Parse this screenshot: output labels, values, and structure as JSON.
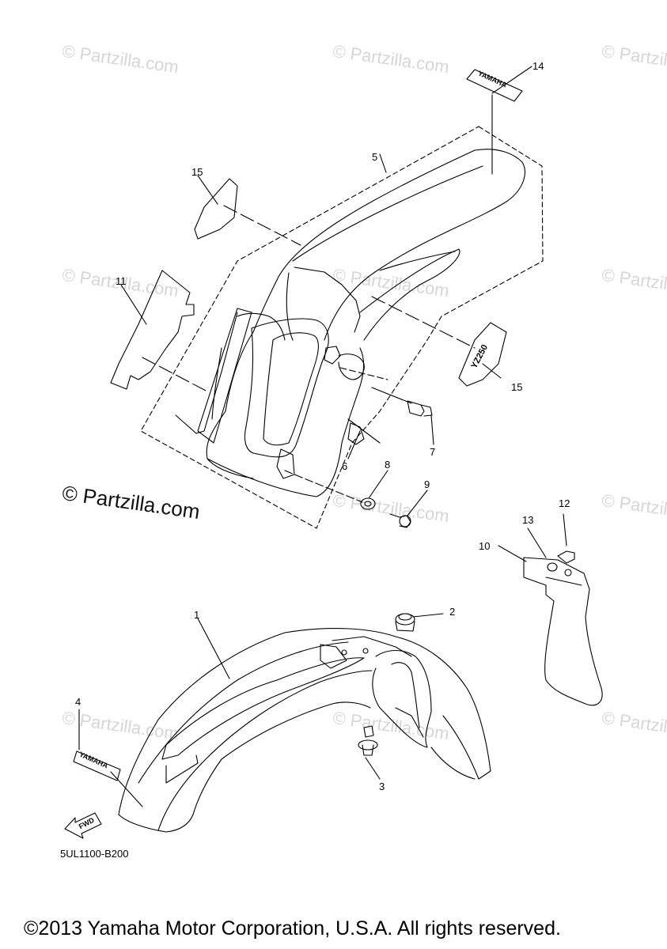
{
  "watermark": {
    "text": "© Partzilla.com"
  },
  "logo": {
    "text": "© Partzilla.com"
  },
  "diagram_code": "5UL1100-B200",
  "copyright": "©2013 Yamaha Motor Corporation, U.S.A. All rights reserved.",
  "decals": {
    "yamaha": "YAMAHA",
    "fwd": "FWD",
    "yz": "YZ250"
  },
  "callouts": {
    "c1": "1",
    "c2": "2",
    "c3": "3",
    "c4": "4",
    "c5": "5",
    "c6": "6",
    "c7": "7",
    "c8": "8",
    "c9": "9",
    "c10": "10",
    "c11": "11",
    "c12": "12",
    "c13": "13",
    "c14": "14",
    "c15a": "15",
    "c15b": "15"
  },
  "colors": {
    "line": "#000000",
    "watermark": "#d6d6d6",
    "background": "#ffffff"
  }
}
